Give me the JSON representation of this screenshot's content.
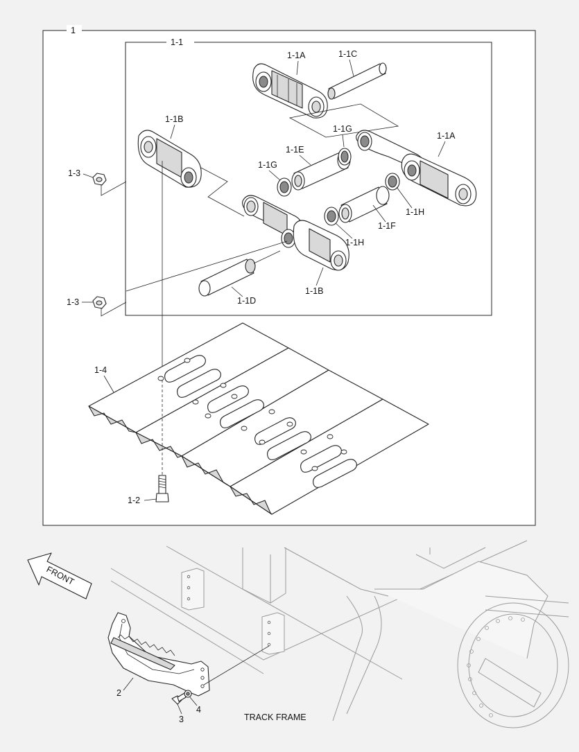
{
  "diagram": {
    "labels": {
      "assy": "1",
      "link_assy": "1-1",
      "link_a_top": "1-1A",
      "pin_c": "1-1C",
      "link_b_left": "1-1B",
      "bushing_e": "1-1E",
      "seal_g_top": "1-1G",
      "link_a_right": "1-1A",
      "seal_g_left": "1-1G",
      "nut_top": "1-3",
      "seal_h_right": "1-1H",
      "bushing_f": "1-1F",
      "seal_h_mid": "1-1H",
      "nut_bottom": "1-3",
      "pin_d": "1-1D",
      "link_b_right": "1-1B",
      "shoe": "1-4",
      "bolt": "1-2",
      "front": "FRONT",
      "step": "2",
      "step_bolt": "3",
      "washer": "4",
      "track_frame": "TRACK FRAME"
    }
  }
}
